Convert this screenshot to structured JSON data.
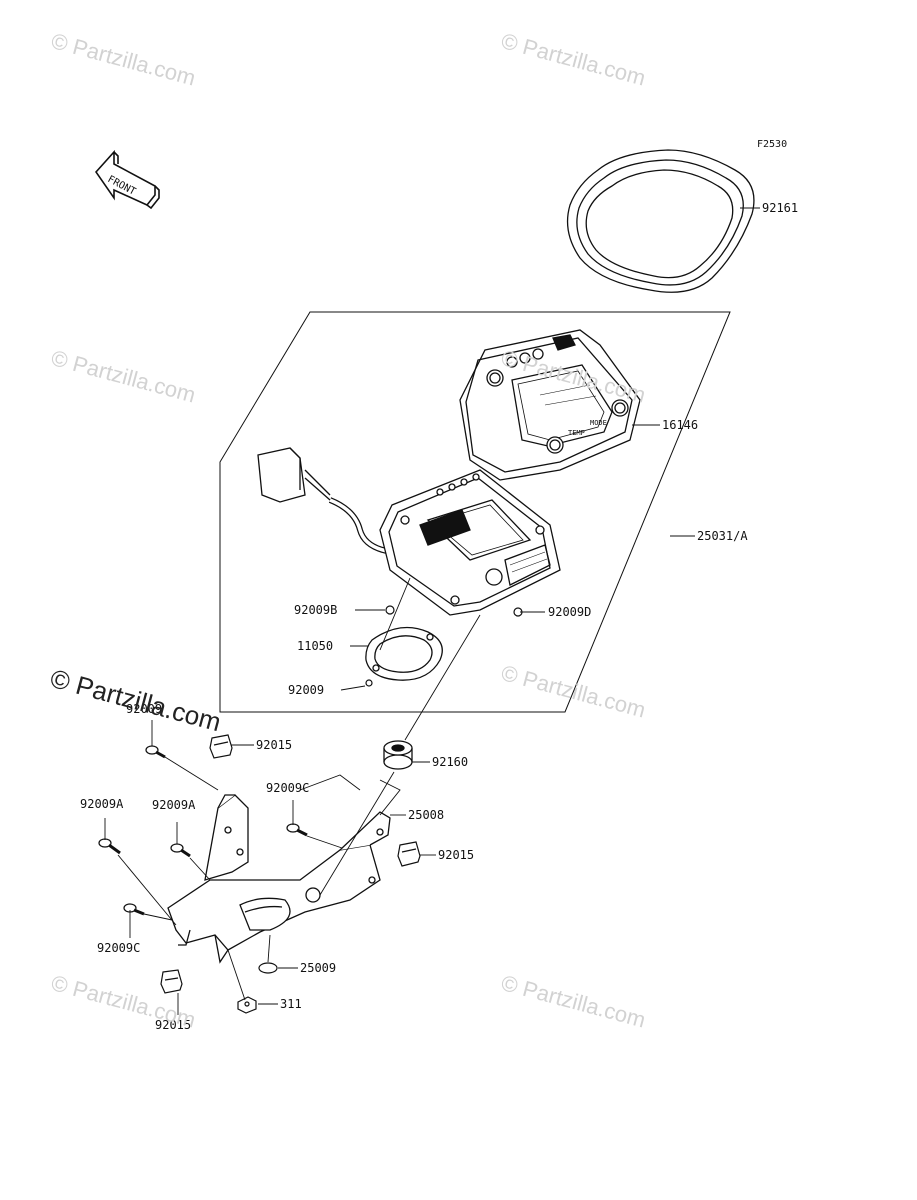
{
  "figure_code": "F2530",
  "front_label": "FRONT",
  "watermark_text": "© Partzilla.com",
  "parts": {
    "p92161": "92161",
    "p16146": "16146",
    "p25031A": "25031/A",
    "p92009B": "92009B",
    "p92009D": "92009D",
    "p11050": "11050",
    "p92009": "92009",
    "p92009_top": "92009",
    "p92015_a": "92015",
    "p92160": "92160",
    "p92009C_a": "92009C",
    "p25008": "25008",
    "p92009A_a": "92009A",
    "p92009A_b": "92009A",
    "p92015_b": "92015",
    "p92009C_b": "92009C",
    "p25009": "25009",
    "p311": "311",
    "p92015_c": "92015"
  },
  "dial_labels": {
    "temp": "TEMP",
    "mode": "MODE"
  }
}
